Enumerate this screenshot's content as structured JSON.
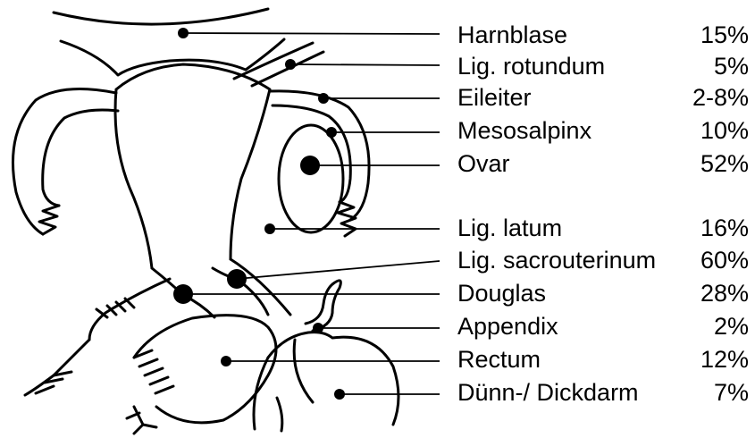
{
  "labels": [
    {
      "id": "harnblase",
      "name": "Harnblase",
      "percent": "15%",
      "dot": "small"
    },
    {
      "id": "lig-rotundum",
      "name": "Lig. rotundum",
      "percent": "5%",
      "dot": "small"
    },
    {
      "id": "eileiter",
      "name": "Eileiter",
      "percent": "2-8%",
      "dot": "small"
    },
    {
      "id": "mesosalpinx",
      "name": "Mesosalpinx",
      "percent": "10%",
      "dot": "small"
    },
    {
      "id": "ovar",
      "name": "Ovar",
      "percent": "52%",
      "dot": "large"
    },
    {
      "id": "lig-latum",
      "name": "Lig. latum",
      "percent": "16%",
      "dot": "small"
    },
    {
      "id": "lig-sacrouterinum",
      "name": "Lig. sacrouterinum",
      "percent": "60%",
      "dot": "large"
    },
    {
      "id": "douglas",
      "name": "Douglas",
      "percent": "28%",
      "dot": "large"
    },
    {
      "id": "appendix",
      "name": "Appendix",
      "percent": "2%",
      "dot": "small"
    },
    {
      "id": "rectum",
      "name": "Rectum",
      "percent": "12%",
      "dot": "small"
    },
    {
      "id": "duenn-dickdarm",
      "name": "Dünn-/ Dickdarm",
      "percent": "7%",
      "dot": "small"
    }
  ]
}
